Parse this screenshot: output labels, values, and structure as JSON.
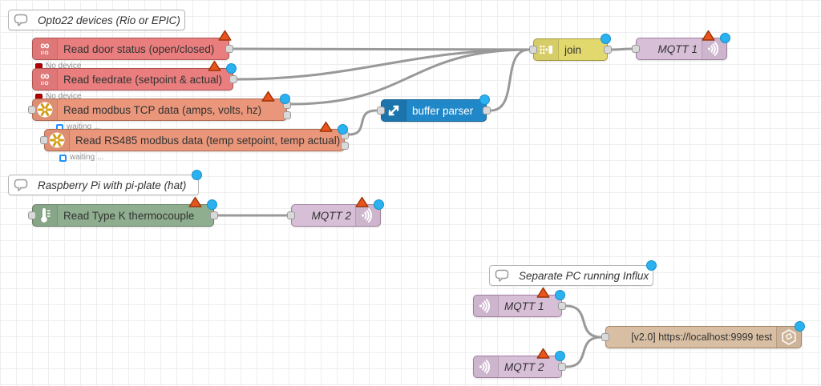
{
  "app": {
    "name": "Node-RED flow editor canvas"
  },
  "colors": {
    "canvas_bg": "#ffffff",
    "grid_line": "#eeeeee",
    "wire": "#999999",
    "port_fill": "#d9d9d9",
    "opto_node": "#ea7e7e",
    "modbus_node": "#e9967a",
    "buffer_parser_node": "#2088c9",
    "join_node": "#e2d96e",
    "mqtt_node": "#d8bfd8",
    "thermocouple_node": "#8fae8f",
    "influx_node": "#d8bea2",
    "comment_bg": "#ffffff",
    "error_badge": "#e8541c",
    "changed_badge": "#2bb1f0",
    "status_error_dot": "#b20000",
    "status_waiting_ring": "#1e90ff",
    "modbus_icon_gold": "#d4a017"
  },
  "comments": {
    "opto": {
      "label": "Opto22 devices (Rio or EPIC)"
    },
    "raspi": {
      "label": "Raspberry Pi with pi-plate (hat)"
    },
    "influxpc": {
      "label": "Separate PC running Influx"
    }
  },
  "nodes": {
    "door": {
      "label": "Read door status (open/closed)"
    },
    "feedrate": {
      "label": "Read feedrate (setpoint & actual)"
    },
    "modbus_tcp": {
      "label": "Read modbus TCP data (amps, volts, hz)"
    },
    "modbus_rs485": {
      "label": "Read RS485 modbus data (temp setpoint, temp actual)"
    },
    "buffer_parser": {
      "label": "buffer parser"
    },
    "join": {
      "label": "join"
    },
    "mqtt1_out": {
      "label": "MQTT 1"
    },
    "thermocouple": {
      "label": "Read Type K thermocouple"
    },
    "mqtt2_out": {
      "label": "MQTT 2"
    },
    "mqtt1_in": {
      "label": "MQTT 1"
    },
    "influx": {
      "label": "[v2.0] https://localhost:9999 test"
    },
    "mqtt2_in": {
      "label": "MQTT 2"
    }
  },
  "statuses": {
    "door": {
      "text": "No device"
    },
    "feedrate": {
      "text": "No device"
    },
    "modbus_tcp": {
      "text": "waiting ..."
    },
    "modbus_rs485": {
      "text": "waiting ..."
    }
  }
}
